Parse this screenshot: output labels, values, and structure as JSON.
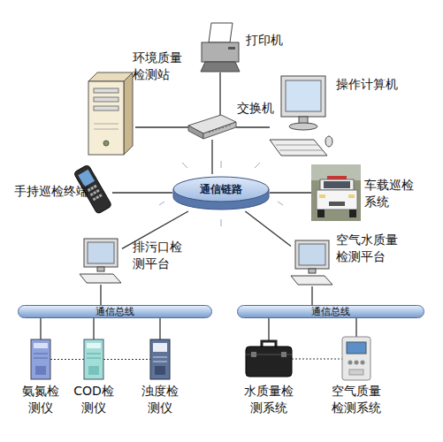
{
  "diagram": {
    "nodes": [
      {
        "text": [
          "环境质量检测站"
        ]
      },
      {
        "text": [
          "打印机"
        ]
      },
      {
        "text": [
          "操作计算机"
        ]
      },
      {
        "text": [
          "交换机"
        ]
      },
      {
        "text": [
          "手持巡检终端"
        ]
      },
      {
        "text": [
          "通信链路"
        ]
      },
      {
        "text": [
          "车载巡检系统"
        ]
      },
      {
        "text": [
          "排污口检测平台"
        ]
      },
      {
        "text": [
          "空气水质量检测平台"
        ]
      },
      {
        "text": [
          "通信总线"
        ]
      },
      {
        "text": [
          "通信总线"
        ]
      },
      {
        "text": [
          "氨氮检测仪"
        ]
      },
      {
        "text": [
          "COD检测仪"
        ]
      },
      {
        "text": [
          "浊度检测仪"
        ]
      },
      {
        "text": [
          "水质量检测系统"
        ]
      },
      {
        "text": [
          "空气质量检测系统"
        ]
      }
    ],
    "edges": [
      {
        "from": 0,
        "to": 3,
        "arrow": "none"
      },
      {
        "from": 1,
        "to": 3,
        "arrow": "none"
      },
      {
        "from": 2,
        "to": 3,
        "arrow": "none"
      },
      {
        "from": 3,
        "to": 5,
        "arrow": "none"
      },
      {
        "from": 4,
        "to": 5,
        "arrow": "none"
      },
      {
        "from": 6,
        "to": 5,
        "arrow": "none"
      },
      {
        "from": 7,
        "to": 5,
        "arrow": "none"
      },
      {
        "from": 8,
        "to": 5,
        "arrow": "none"
      },
      {
        "from": 7,
        "to": 9,
        "arrow": "none"
      },
      {
        "from": 8,
        "to": 10,
        "arrow": "none"
      },
      {
        "from": 11,
        "to": 9,
        "arrow": "none"
      },
      {
        "from": 12,
        "to": 9,
        "arrow": "none"
      },
      {
        "from": 13,
        "to": 9,
        "arrow": "none"
      },
      {
        "from": 14,
        "to": 10,
        "arrow": "none"
      },
      {
        "from": 15,
        "to": 10,
        "arrow": "none"
      },
      {
        "from": 11,
        "to": 12,
        "arrow": "none"
      },
      {
        "from": 12,
        "to": 13,
        "arrow": "none"
      },
      {
        "from": 14,
        "to": 15,
        "arrow": "none"
      }
    ]
  }
}
